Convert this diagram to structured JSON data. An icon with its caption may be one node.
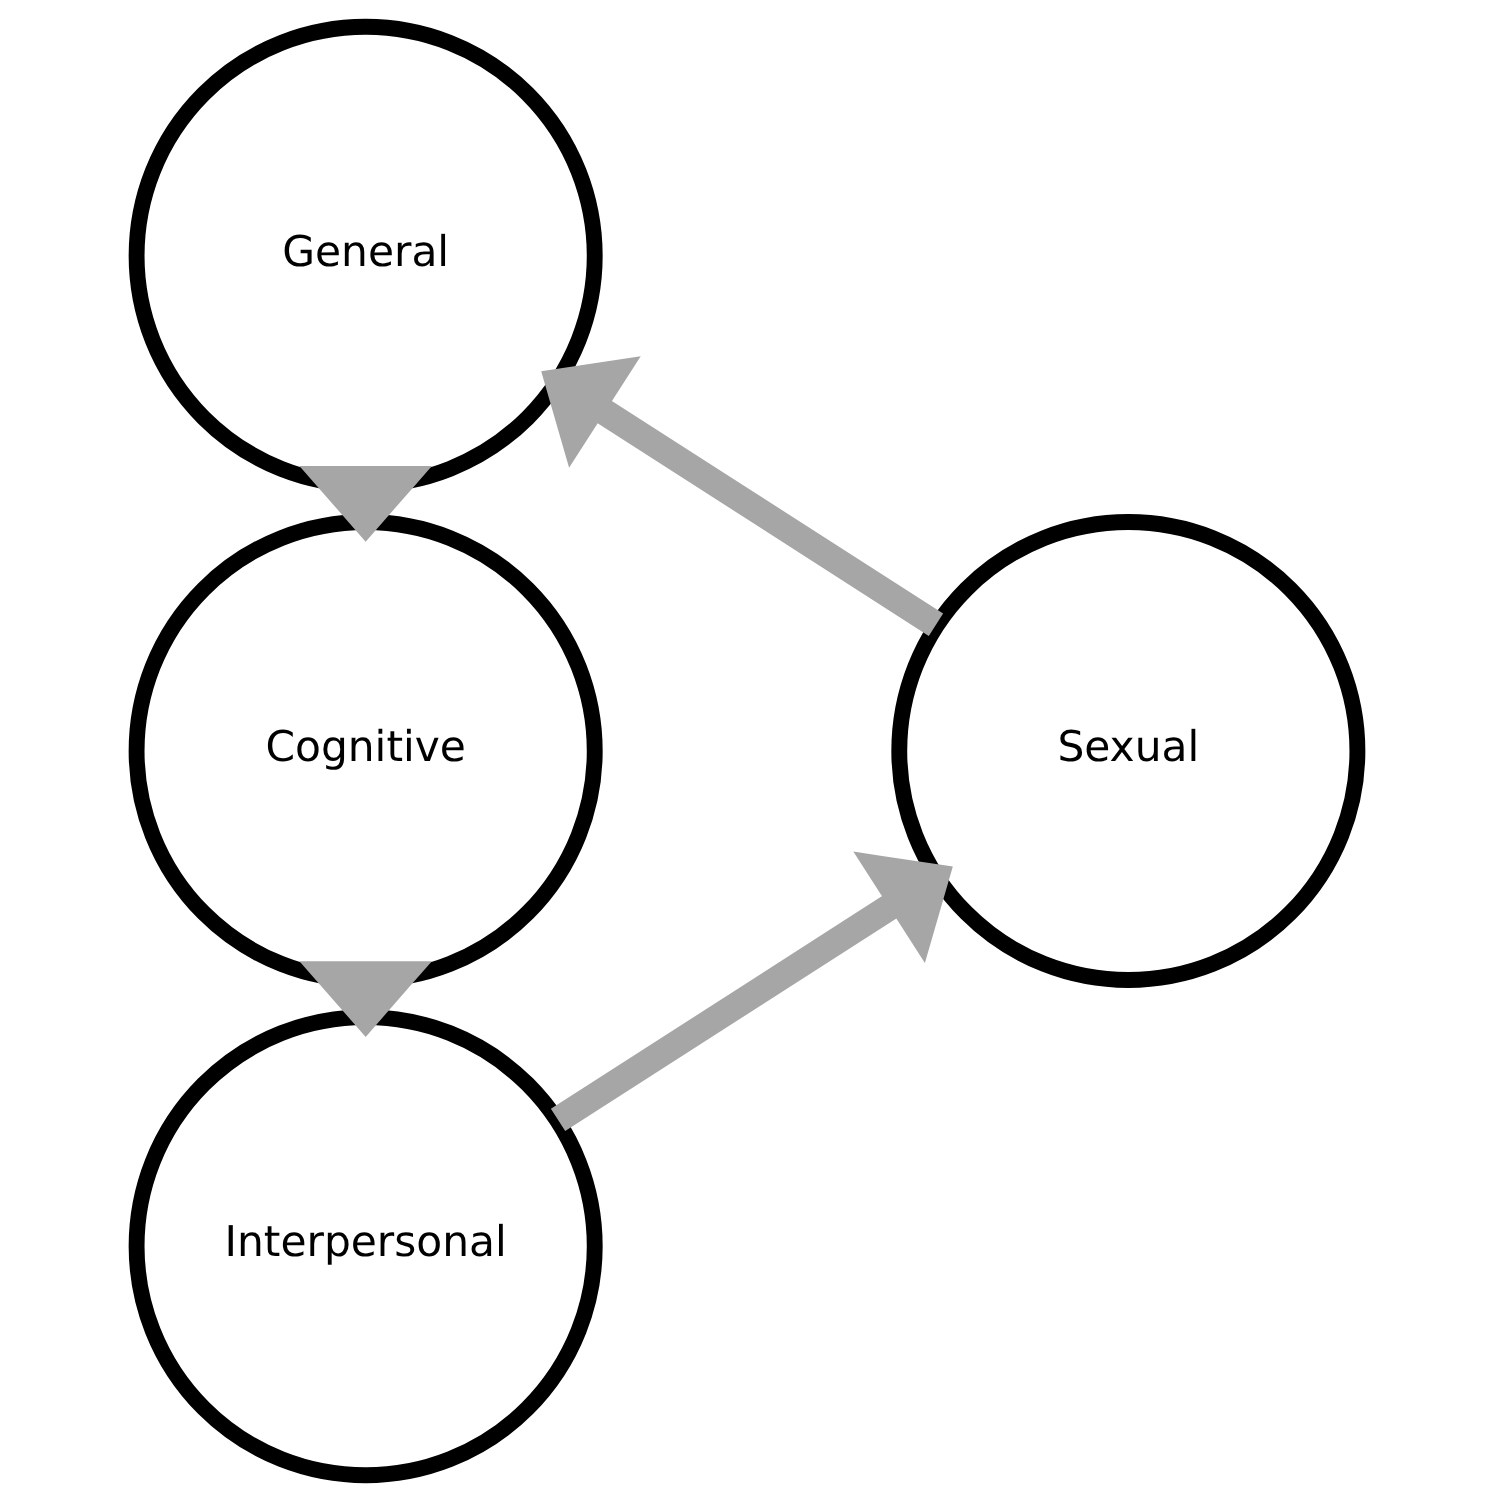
{
  "diagram": {
    "nodes": [
      {
        "text": [
          "General"
        ]
      },
      {
        "text": [
          "Sexual"
        ]
      },
      {
        "text": [
          "Cognitive"
        ]
      },
      {
        "text": [
          "Interpersonal"
        ]
      }
    ],
    "edges": [
      {
        "from": 0,
        "to": 2,
        "arrow": "to"
      },
      {
        "from": 2,
        "to": 3,
        "arrow": "to"
      },
      {
        "from": 3,
        "to": 1,
        "arrow": "to"
      },
      {
        "from": 1,
        "to": 0,
        "arrow": "to"
      }
    ]
  }
}
